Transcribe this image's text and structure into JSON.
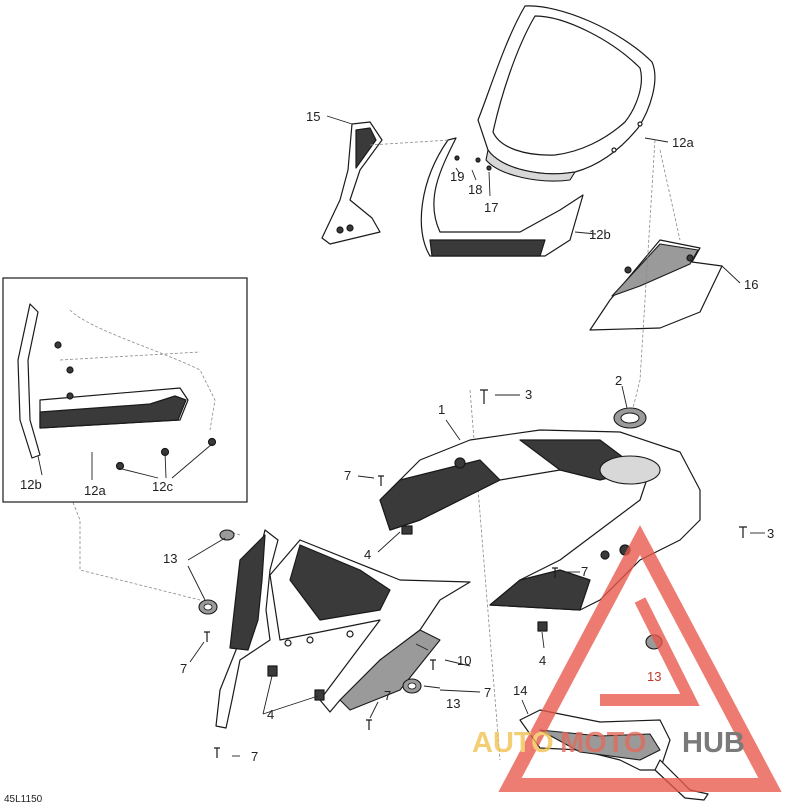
{
  "diagram": {
    "drawing_code": "45L1150",
    "callouts": {
      "c1": "1",
      "c2": "2",
      "c3a": "3",
      "c3b": "3",
      "c4a": "4",
      "c4b": "4",
      "c4c": "4",
      "c7a": "7",
      "c7b": "7",
      "c7c": "7",
      "c7d": "7",
      "c7e": "7",
      "c7f": "7",
      "c10": "10",
      "c12a": "12a",
      "c12b": "12b",
      "c13a": "13",
      "c13b": "13",
      "c13c": "13",
      "c14": "14",
      "c15": "15",
      "c16": "16",
      "c17": "17",
      "c18": "18",
      "c19": "19"
    },
    "inset": {
      "c12b": "12b",
      "c12a": "12a",
      "c12c": "12c"
    }
  },
  "watermark": {
    "part1": "AUTO",
    "part2": "MOTO",
    "part3": "HUB",
    "colors": {
      "auto": "#f2c14e",
      "moto": "#e36a5c",
      "hub": "#555555",
      "triangle": "#e8574a"
    }
  }
}
